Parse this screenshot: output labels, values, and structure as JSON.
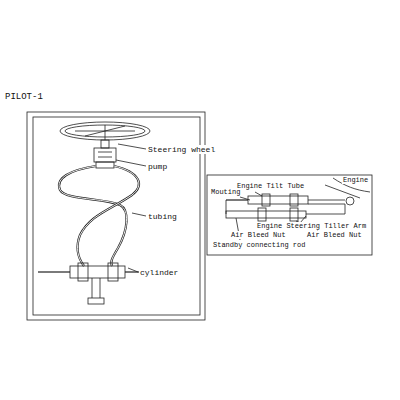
{
  "diagram": {
    "title": "PILOT-1",
    "labels": [
      "Steering wheel",
      "pump",
      "tubing",
      "cylinder",
      "Engine Tilt Tube",
      "Engine",
      "Mouting",
      "Engine Steering Tiller Arm",
      "Air Bleed Nut",
      "Air Bleed Nut",
      "Standby connecting rod"
    ]
  }
}
